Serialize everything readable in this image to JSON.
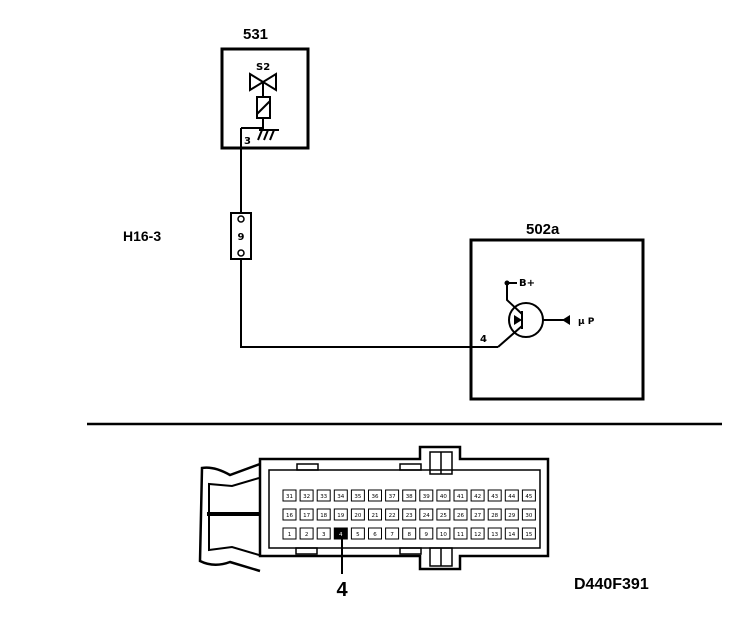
{
  "components": {
    "relay_531": {
      "id": "531",
      "switch_label": "S2",
      "pin": "3"
    },
    "connector_h16": {
      "id": "H16-3",
      "pin": "9"
    },
    "module_502a": {
      "id": "502a",
      "supply": "B+",
      "control": "µ P",
      "pin": "4"
    }
  },
  "connector_view": {
    "top_row": [
      "31",
      "32",
      "33",
      "34",
      "35",
      "36",
      "37",
      "38",
      "39",
      "40",
      "41",
      "42",
      "43",
      "44",
      "45"
    ],
    "middle_row": [
      "16",
      "17",
      "18",
      "19",
      "20",
      "21",
      "22",
      "23",
      "24",
      "25",
      "26",
      "27",
      "28",
      "29",
      "30"
    ],
    "bottom_row": [
      "1",
      "2",
      "3",
      "4",
      "5",
      "6",
      "7",
      "8",
      "9",
      "10",
      "11",
      "12",
      "13",
      "14",
      "15"
    ],
    "highlighted_pin": "4",
    "callout": "4"
  },
  "figure_code": "D440F391",
  "colors": {
    "line": "#000000",
    "background": "#ffffff",
    "highlight_pin": "#000000"
  }
}
